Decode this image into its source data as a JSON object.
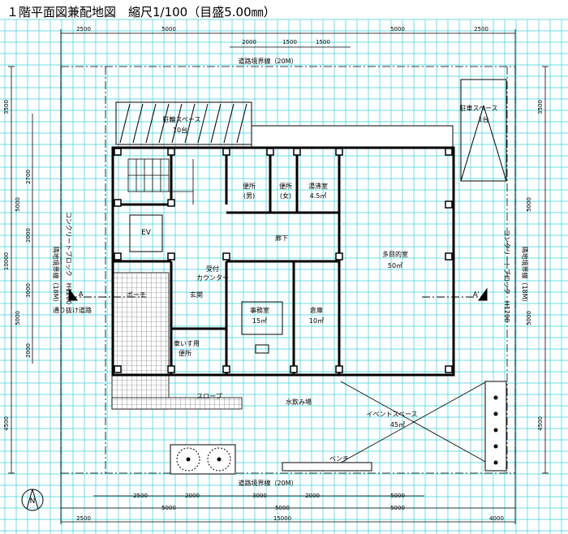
{
  "title": "１階平面図兼配地図　縮尺1/100（目盛5.00㎜）",
  "road_top": "道路境界線（20M）",
  "road_bottom": "道路境界線（20M）",
  "boundary_left": "隣地境界線（18M）",
  "boundary_right": "隣地境界線（18M）",
  "block_left": "コンクリートブロック　H1200",
  "block_right": "コンクリートブロック　H1200",
  "road_left": "通り抜け道路",
  "bicycle": "駐輪スペース",
  "bicycle_count": "10台",
  "parking": "駐車スペース",
  "parking_count": "1台",
  "wc_male": [
    "便所",
    "(男)"
  ],
  "wc_female": [
    "便所",
    "(女)"
  ],
  "kitchen": [
    "湯沸室",
    "4.5㎡"
  ],
  "corridor": "廊下",
  "ev": "EV",
  "multi": [
    "多目的室",
    "50㎡"
  ],
  "reception": [
    "受付",
    "カウンター"
  ],
  "porch": "ポーチ",
  "entrance": "玄関",
  "office": [
    "事務室",
    "15㎡"
  ],
  "storage": [
    "倉庫",
    "10㎡"
  ],
  "wheelchair_wc": [
    "車いす用",
    "便所"
  ],
  "slope": "スロープ",
  "fountain": "水飲み場",
  "event": [
    "イベントスペース",
    "45㎡"
  ],
  "bench": "ベンチ",
  "section_a": "A",
  "section_a2": "A'",
  "north": "N",
  "dims_top_row1": [
    "2500",
    "5000",
    "5000",
    "2500"
  ],
  "dims_top_row2": [
    "2000",
    "1500",
    "1500"
  ],
  "dims_bottom_row1": [
    "2500",
    "2000",
    "3000",
    "2000",
    "5000"
  ],
  "dims_bottom_row2": [
    "5000",
    "5000",
    "5000"
  ],
  "dims_bottom_row3": [
    "2500",
    "15000",
    "4000"
  ],
  "dims_left_outer": [
    "3500",
    "5000",
    "10000",
    "5000",
    "4500"
  ],
  "dims_left_inner": [
    "2700",
    "2000",
    "3000",
    "2000"
  ],
  "dims_right": [
    "3500",
    "5000",
    "5000",
    "4500"
  ]
}
